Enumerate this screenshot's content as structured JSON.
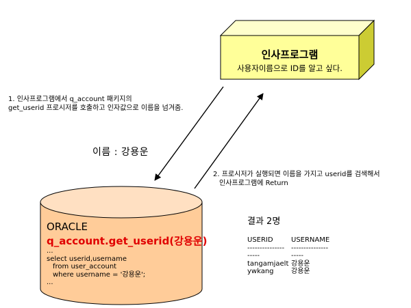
{
  "program_box": {
    "title": "인사프로그램",
    "subtitle": "사용자이름으로 ID를 알고 싶다."
  },
  "step1": {
    "line1": "1. 인사프로그램에서 q_account 패키지의",
    "line2": "get_userid 프로시저를 호출하고 인자값으로 이름을 넘겨줌."
  },
  "argument_label": "이름 : 강용운",
  "step2": {
    "line1": "2. 프로시저가 실행되면 이름을 가지고 userid를 검색해서",
    "line2": "인사프로그램에 Return"
  },
  "database": {
    "title": "ORACLE",
    "call": "q_account.get_userid(강용운)",
    "sql_lines": [
      "...",
      "select userid,username",
      "  from user_account",
      "  where username = '강용운';",
      "..."
    ]
  },
  "result": {
    "count_label": "결과 2명",
    "columns": [
      "USERID",
      "USERNAME"
    ],
    "separator": "--------------------",
    "rows": [
      [
        "tangamjaelt",
        "강용운"
      ],
      [
        "ywkang",
        "강용운"
      ]
    ]
  },
  "colors": {
    "box_front": "#ffff99",
    "box_top": "#ffffcc",
    "box_side": "#cccc33",
    "cylinder_fill": "#ffcc99",
    "cylinder_top": "#ffe0c2",
    "highlight": "#e00000"
  }
}
